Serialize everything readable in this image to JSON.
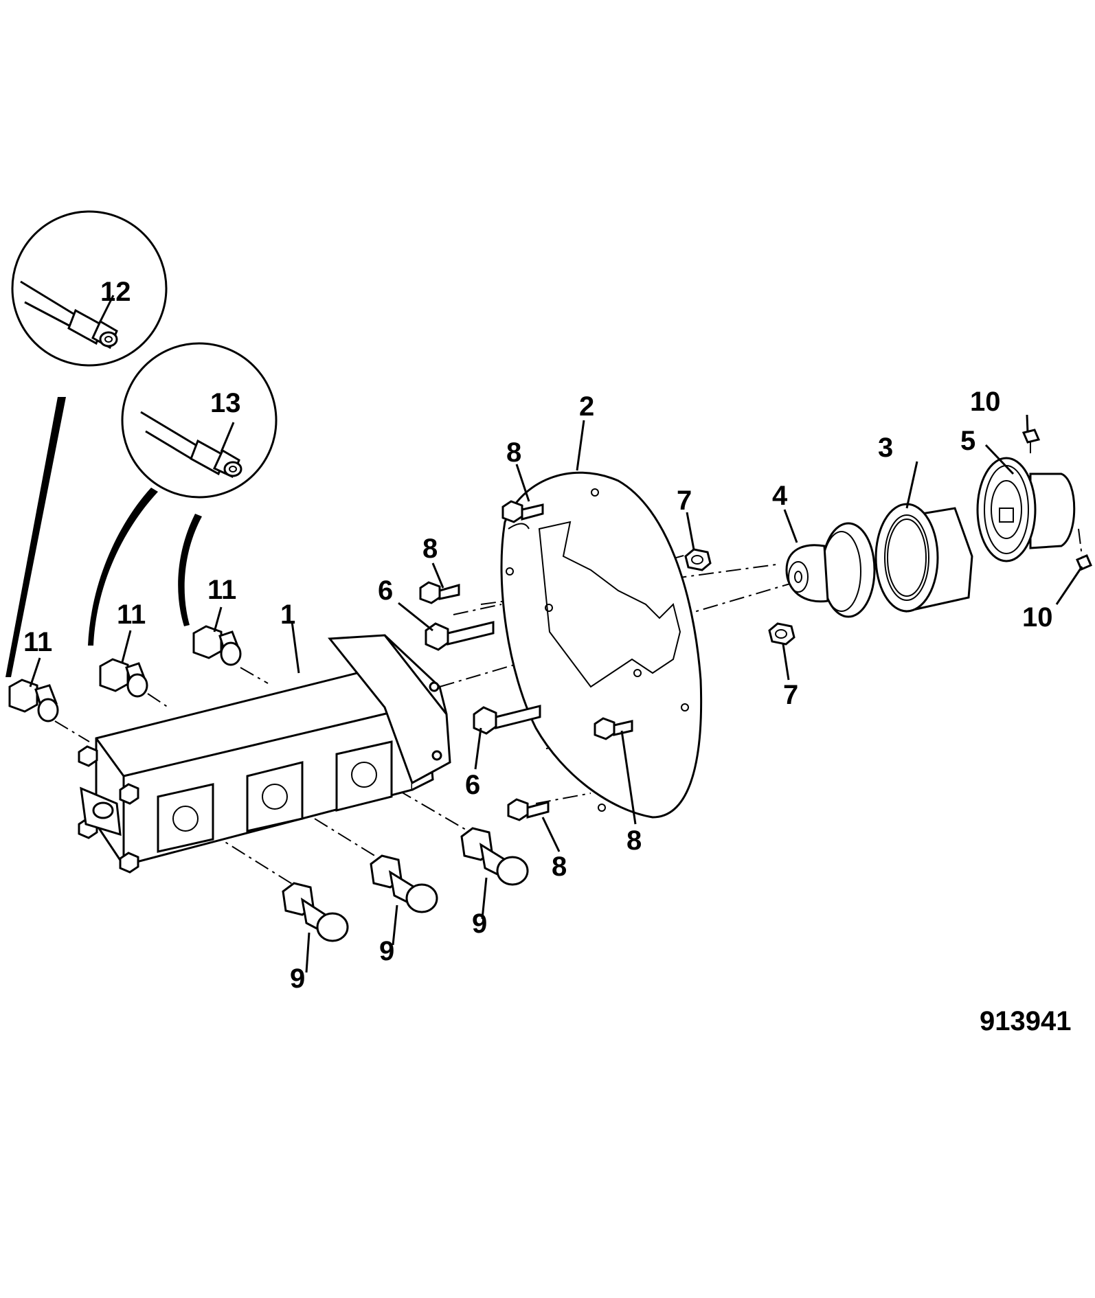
{
  "figure_number": "913941",
  "callouts": {
    "pump": "1",
    "adapter_plate": "2",
    "coupling_sleeve": "3",
    "pump_coupling_half": "4",
    "engine_coupling_half": "5",
    "bolt_6_upper": "6",
    "bolt_6_lower": "6",
    "nut_7_upper": "7",
    "nut_7_lower": "7",
    "bolt_8_top": "8",
    "bolt_8_upper_left": "8",
    "bolt_8_lower_mid": "8",
    "bolt_8_lower_left": "8",
    "fitting_9_a": "9",
    "fitting_9_b": "9",
    "fitting_9_c": "9",
    "set_screw_10_top": "10",
    "set_screw_10_bottom": "10",
    "fitting_11_a": "11",
    "fitting_11_b": "11",
    "fitting_11_c": "11",
    "hose_12": "12",
    "hose_13": "13"
  }
}
